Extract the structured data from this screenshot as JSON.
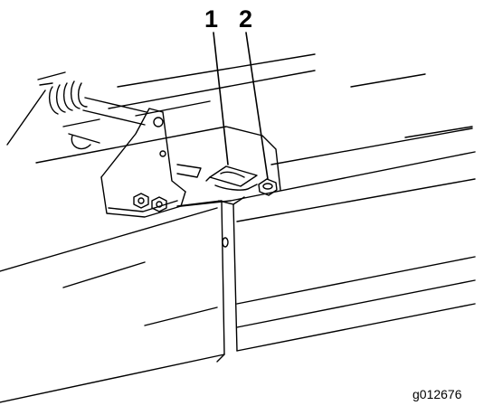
{
  "callouts": [
    {
      "label": "1",
      "target": "plate"
    },
    {
      "label": "2",
      "target": "nut"
    }
  ],
  "figure_id": "g012676",
  "colors": {
    "line": "#000000",
    "background": "#ffffff"
  }
}
